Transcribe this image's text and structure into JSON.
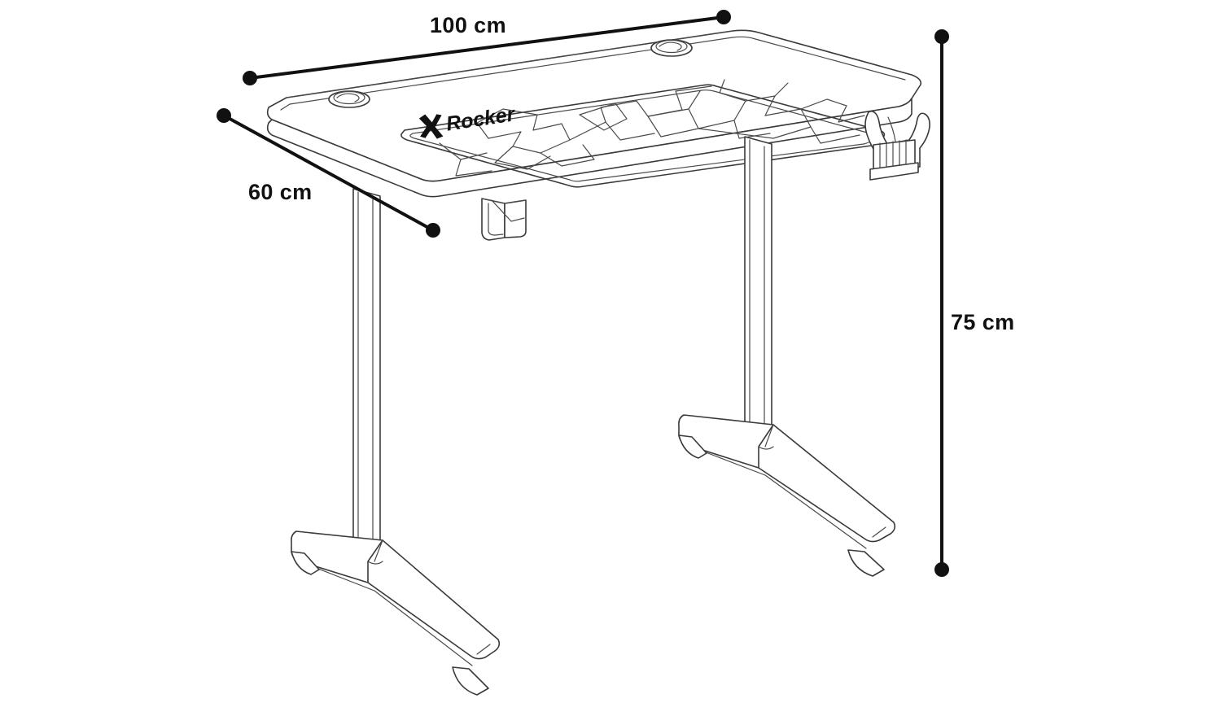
{
  "diagram": {
    "title": "X Rocker gaming desk dimension diagram",
    "product_name": "X Rocker",
    "view": "isometric line drawing",
    "background_color": "#ffffff",
    "outline_color": "#3a3a3a",
    "dimension_color": "#111111"
  },
  "dimensions": {
    "width": {
      "label": "100 cm",
      "axis": "width",
      "value": 100,
      "unit": "cm"
    },
    "depth": {
      "label": "60 cm",
      "axis": "depth",
      "value": 60,
      "unit": "cm"
    },
    "height": {
      "label": "75 cm",
      "axis": "height",
      "value": 75,
      "unit": "cm"
    }
  },
  "branding": {
    "logo_text": "Rocker",
    "logo_mark": "X"
  },
  "features": [
    {
      "name": "cable-grommet-left",
      "label": "Cable grommet"
    },
    {
      "name": "cable-grommet-right",
      "label": "Cable grommet"
    },
    {
      "name": "mousepad",
      "label": "Patterned desk mat"
    },
    {
      "name": "cup-holder",
      "label": "Cup holder"
    },
    {
      "name": "headphone-hook",
      "label": "Headphone hook"
    },
    {
      "name": "leg-left",
      "label": "Left T-leg"
    },
    {
      "name": "leg-right",
      "label": "Right T-leg"
    }
  ]
}
